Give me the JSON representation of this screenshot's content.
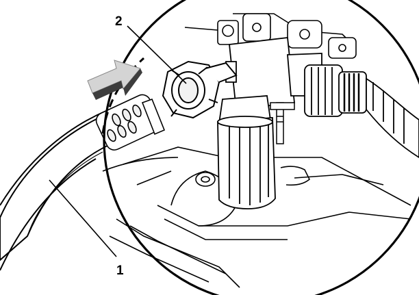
{
  "callouts": [
    {
      "id": "2",
      "label": "2"
    },
    {
      "id": "1",
      "label": "1"
    }
  ],
  "colors": {
    "line": "#000000",
    "fill": "#ffffff",
    "shade": "#e6e6e6",
    "arrow_light": "#d0d0d0",
    "arrow_dark": "#3a3a3a"
  }
}
